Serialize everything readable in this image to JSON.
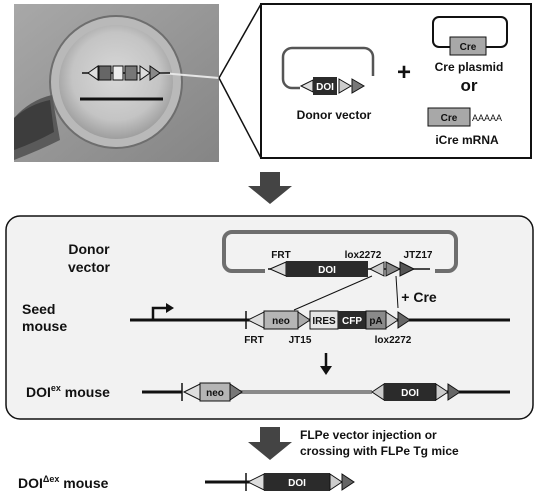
{
  "top": {
    "donor_label": "Donor vector",
    "doi": "DOI",
    "plus": "+",
    "cre_plasmid_box": "Cre",
    "cre_plasmid_label": "Cre plasmid",
    "or": "or",
    "icre_box": "Cre",
    "icre_tail": "AAAAA",
    "icre_label": "iCre mRNA"
  },
  "middle": {
    "donor_line1": "Donor",
    "donor_line2": "vector",
    "frt_top": "FRT",
    "doi_top": "DOI",
    "lox_top": "lox2272",
    "jtz": "JTZ17",
    "plus_cre": "+ Cre",
    "seed_line1": "Seed",
    "seed_line2": "mouse",
    "neo": "neo",
    "ires": "IRES",
    "cfp": "CFP",
    "pa": "pA",
    "frt_bottom": "FRT",
    "jt15": "JT15",
    "lox_bottom": "lox2272",
    "doiex_main": "DOI",
    "doiex_sup": "ex",
    "doiex_rest": " mouse",
    "doiex_neo": "neo",
    "doiex_doi": "DOI"
  },
  "bottom": {
    "note_line1": "FLPe vector injection or",
    "note_line2": "crossing with FLPe Tg mice",
    "label_main": "DOI",
    "label_sup": "Δex",
    "label_rest": " mouse",
    "doi": "DOI"
  },
  "colors": {
    "dark_bar": "#2b2b2b",
    "light_box": "#b5b5b5",
    "mid_line": "#8a8a8a",
    "photo_bg": "#8f8f8f"
  }
}
